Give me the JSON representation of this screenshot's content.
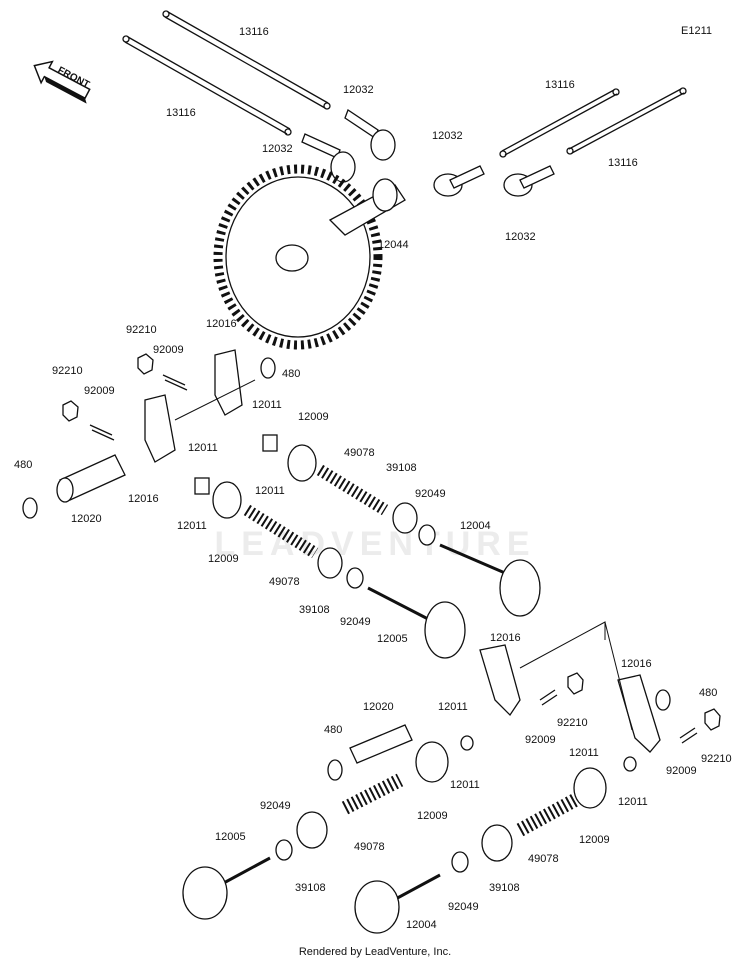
{
  "diagram_code": "E1211",
  "front_label": "FRONT",
  "watermark": "LEADVENTURE",
  "footer": "Rendered by LeadVenture, Inc.",
  "labels": {
    "pushrod_a": "13116",
    "pushrod_b": "13116",
    "pushrod_c": "13116",
    "pushrod_d": "13116",
    "lifter_a": "12032",
    "lifter_b": "12032",
    "lifter_c": "12032",
    "lifter_d": "12032",
    "camshaft": "12044",
    "nut_a": "92210",
    "nut_b": "92210",
    "stud_a": "92009",
    "stud_b": "92009",
    "rocker_a": "12016",
    "rocker_b": "12016",
    "circlip_a": "480",
    "circlip_b": "480",
    "shaft_a": "12020",
    "cap_a1": "12011",
    "cap_a2": "12011",
    "cap_b1": "12011",
    "cap_b2": "12011",
    "seat_a1": "12009",
    "seat_a2": "12009",
    "spring_a1": "49078",
    "spring_a2": "49078",
    "retainer_a1": "39108",
    "retainer_a2": "39108",
    "seal_a1": "92049",
    "seal_a2": "92049",
    "valve_a1": "12004",
    "valve_a2": "12005",
    "rocker_c": "12016",
    "rocker_d": "12016",
    "stud_c": "92009",
    "stud_d": "92009",
    "nut_c": "92210",
    "nut_d": "92210",
    "circlip_c": "480",
    "circlip_d": "480",
    "shaft_b": "12020",
    "cap_c1": "12011",
    "cap_c2": "12011",
    "cap_d1": "12011",
    "cap_d2": "12011",
    "seat_b1": "12009",
    "seat_b2": "12009",
    "spring_b1": "49078",
    "spring_b2": "49078",
    "retainer_b1": "39108",
    "retainer_b2": "39108",
    "seal_b1": "92049",
    "seal_b2": "92049",
    "valve_b1": "12005",
    "valve_b2": "12004"
  }
}
